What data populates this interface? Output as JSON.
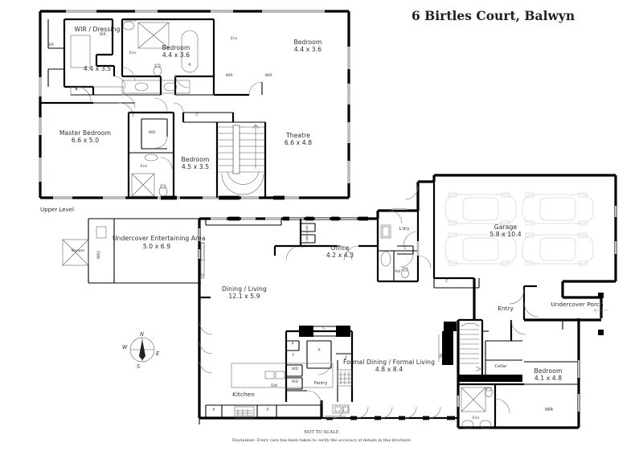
{
  "title": "6 Birtles Court, Balwyn",
  "levels": {
    "upper_label": "Upper Level"
  },
  "footer": {
    "scale_note": "NOT TO SCALE",
    "disclaimer": "Disclaimer: Every care has been taken to verify the accuracy of details in this brochure"
  },
  "compass": {
    "n": "N",
    "e": "E",
    "s": "S",
    "w": "W"
  },
  "upper_level": {
    "rooms": [
      {
        "name": "WIR / Dressing",
        "dims": "4.4 x 3.5"
      },
      {
        "name": "Bedroom",
        "dims": "4.4 x 3.6"
      },
      {
        "name": "Bedroom",
        "dims": "4.4 x 3.6"
      },
      {
        "name": "Master Bedroom",
        "dims": "6.6 x 5.0"
      },
      {
        "name": "Bedroom",
        "dims": "4.5 x 3.5"
      },
      {
        "name": "Theatre",
        "dims": "6.6 x 4.8"
      }
    ],
    "small_labels": [
      "BIR",
      "BIR",
      "Ens",
      "Ens",
      "WIR",
      "WIR",
      "WIR",
      "Ens",
      "C"
    ]
  },
  "ground_level": {
    "rooms": [
      {
        "name": "Undercover Entertaining Area",
        "dims": "5.0 x 6.9"
      },
      {
        "name": "Dining / Living",
        "dims": "12.1 x 5.9"
      },
      {
        "name": "Office",
        "dims": "4.2 x 4.3"
      },
      {
        "name": "Garage",
        "dims": "5.8 x 10.4"
      },
      {
        "name": "Formal Dining / Formal Living",
        "dims": "4.8 x 8.4"
      },
      {
        "name": "Bedroom",
        "dims": "4.1 x 4.8"
      }
    ],
    "unsized_rooms": [
      "Kitchen",
      "Entry",
      "Undercover Porch",
      "Pantry",
      "Cellar",
      "L'dry"
    ],
    "small_labels": [
      "Shower",
      "BBQ",
      "C",
      "C",
      "C",
      "C",
      "C",
      "Pdr",
      "P",
      "P",
      "P",
      "P",
      "P",
      "F",
      "F",
      "WD",
      "WD",
      "DW",
      "WIR",
      "Ens",
      "Str"
    ]
  }
}
